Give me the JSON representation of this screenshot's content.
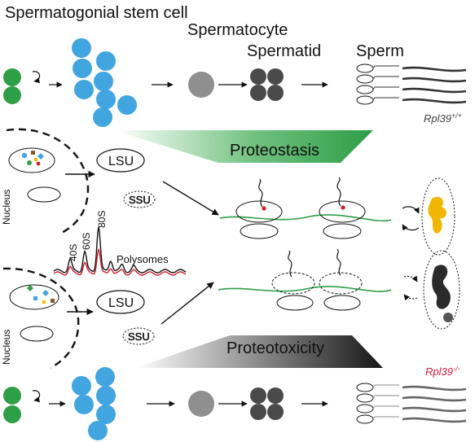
{
  "stages": {
    "ssc": "Spermatogonial stem cell",
    "spermatocyte": "Spermatocyte",
    "spermatid": "Spermatid",
    "sperm": "Sperm"
  },
  "genotypes": {
    "wildtype": {
      "gene": "Rpl39",
      "allele": "+/+",
      "color": "#444444"
    },
    "knockout": {
      "gene": "Rpl39",
      "allele": "-/-",
      "color": "#d81b3c"
    }
  },
  "banners": {
    "top": {
      "label": "Proteostasis",
      "colors": [
        "#ffffff",
        "#39a849"
      ]
    },
    "bottom": {
      "label": "Proteotoxicity",
      "colors": [
        "#ffffff",
        "#1c1c1c"
      ]
    }
  },
  "cell": {
    "nucleus": "Nucleus",
    "lsu": "LSU",
    "ssu": "SSU"
  },
  "profile": {
    "peaks": [
      "40S",
      "60S",
      "80S"
    ],
    "polysomes": "Polysomes"
  },
  "colors": {
    "stem_cell": "#2e9e47",
    "spermatogonia": "#41a5e0",
    "spermatocyte": "#8f8f8f",
    "spermatid": "#4a4a4a",
    "mrna": "#2e9e47",
    "trace_red": "#cc1f2f",
    "protein_aggregate": "#f2b600"
  }
}
